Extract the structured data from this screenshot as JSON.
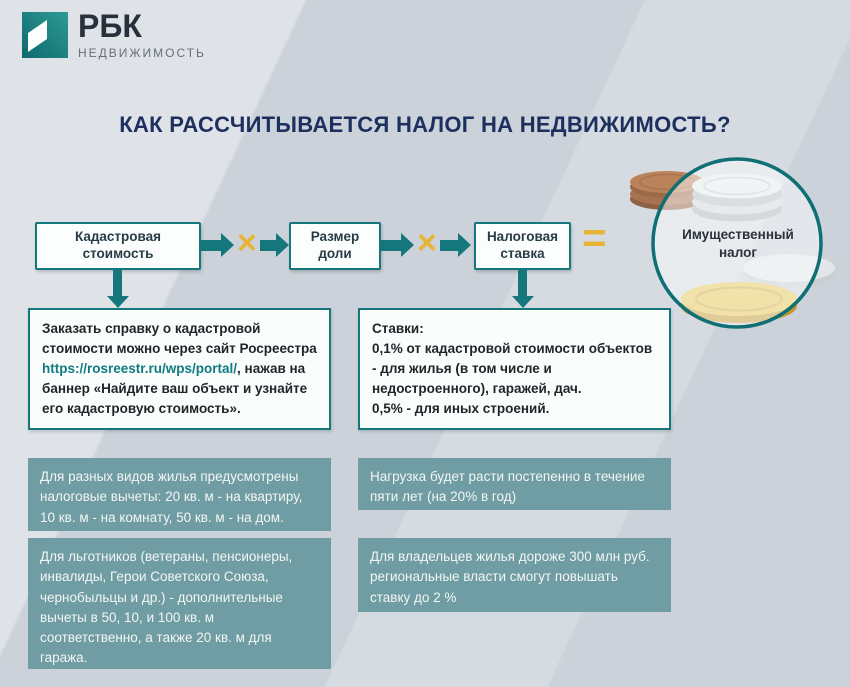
{
  "brand": {
    "name": "РБК",
    "division": "НЕДВИЖИМОСТЬ"
  },
  "title": "КАК РАССЧИТЫВАЕТСЯ НАЛОГ НА НЕДВИЖИМОСТЬ?",
  "formula": {
    "steps": [
      "Кадастровая стоимость",
      "Размер доли",
      "Налоговая ставка"
    ],
    "multiply": "×",
    "equals": "=",
    "result": "Имущественный налог"
  },
  "notes": {
    "cadastral": {
      "text_before": "Заказать справку о кадастровой стоимости можно через сайт Росреестра ",
      "link": "https://rosreestr.ru/wps/portal/",
      "text_after": ", нажав на баннер «Найдите ваш объект и узнайте его кадастровую стоимость»."
    },
    "rates": {
      "heading": "Ставки:",
      "line1": "0,1% от кадастровой стоимости объектов - для жилья (в том числе и недостроенного), гаражей, дач.",
      "line2": "0,5% - для иных строений."
    }
  },
  "facts": [
    "Для разных видов жилья предусмотрены налоговые вычеты: 20 кв. м - на квартиру, 10 кв. м - на комнату, 50 кв. м - на дом.",
    "Нагрузка будет расти постепенно в течение пяти лет (на 20% в год)",
    "Для льготников (ветераны, пенсионеры, инвалиды, Герои Советского Союза, чернобыльцы и др.) - дополнительные вычеты в 50, 10, и 100 кв. м соответственно, а также 20 кв. м для гаража.",
    "Для владельцев жилья дороже 300 млн руб. региональные власти смогут повышать ставку до 2 %"
  ],
  "colors": {
    "teal": "#15767b",
    "gold": "#e8b437",
    "navy": "#1c2f5e",
    "fact_bg": "#6f9da3",
    "background": "#cbd2da"
  }
}
